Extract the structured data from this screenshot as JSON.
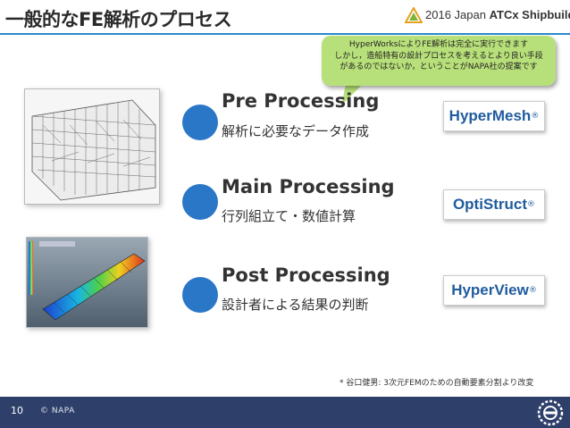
{
  "header": {
    "title": "一般的なFE解析のプロセス",
    "event_year": "2016 Japan",
    "event_name": "ATCx Shipbuilding"
  },
  "callout": {
    "lines": [
      "HyperWorksによりFE解析は完全に実行できます",
      "しかし，造船特有の設計プロセスを考えるとより良い手段",
      "があるのではないか，ということがNAPA社の提案です"
    ],
    "color": "#b8e07a"
  },
  "steps": [
    {
      "title": "Pre Processing",
      "subtitle": "解析に必要なデータ作成",
      "product": "HyperMesh",
      "mark": "®"
    },
    {
      "title": "Main Processing",
      "subtitle": "行列組立て・数値計算",
      "product": "OptiStruct",
      "mark": "®"
    },
    {
      "title": "Post Processing",
      "subtitle": "設計者による結果の判断",
      "product": "HyperView",
      "mark": "®"
    }
  ],
  "footnote": "* 谷口健男: 3次元FEMのための自動要素分割より改変",
  "footer": {
    "page_number": "10",
    "copyright": "© NAPA"
  },
  "images": {
    "wireframe": "ship-wireframe-model-image",
    "fem": "ship-fem-contour-image"
  },
  "colors": {
    "accent": "#2b8ac9",
    "step_dot": "#2a77c8",
    "footer": "#2e3f6a",
    "product_text": "#1f5c9e"
  }
}
